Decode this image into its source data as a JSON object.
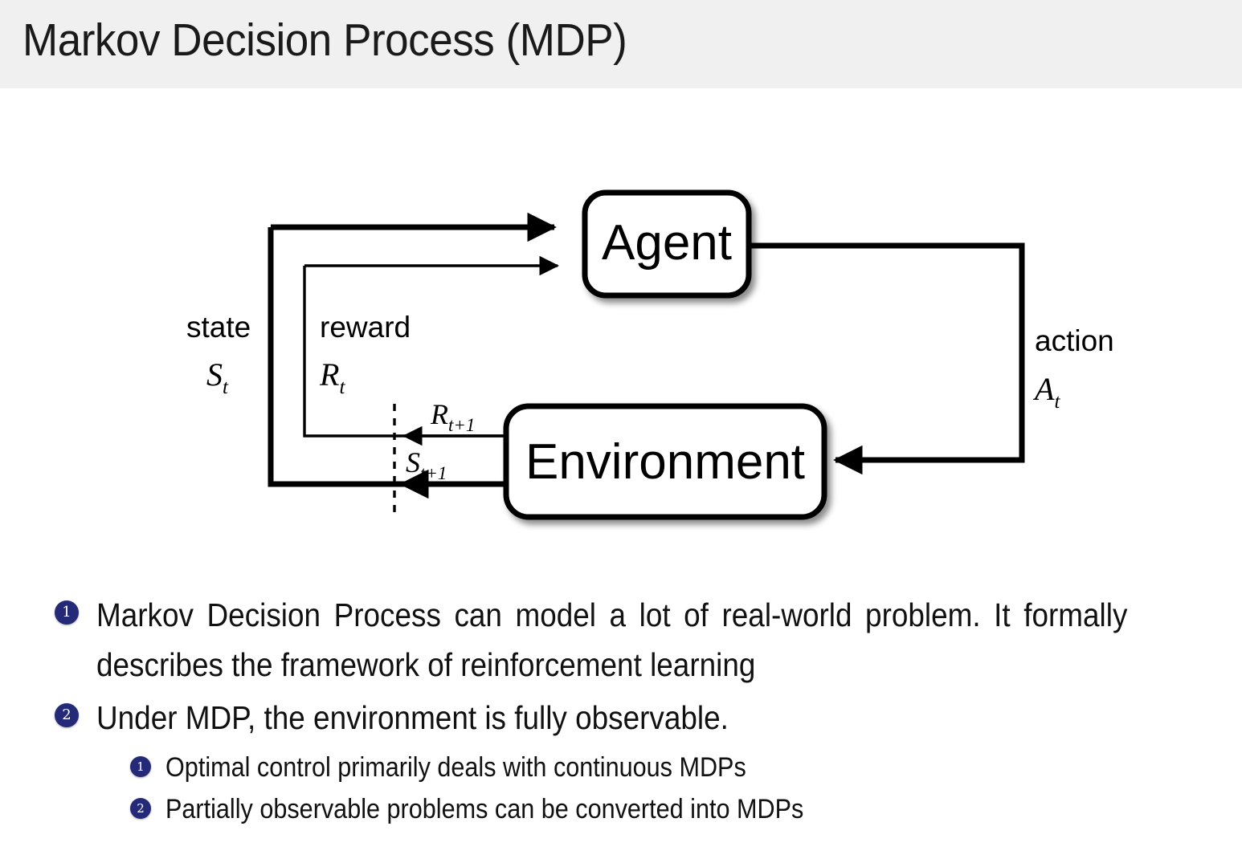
{
  "header": {
    "title": "Markov Decision Process (MDP)",
    "background_color": "#f0f0f0"
  },
  "diagram": {
    "name": "agent-environment-interaction-loop",
    "nodes": [
      {
        "id": "agent",
        "label": "Agent"
      },
      {
        "id": "environment",
        "label": "Environment"
      }
    ],
    "edge_labels": {
      "state_word": "state",
      "state_symbol": "S",
      "state_sub": "t",
      "reward_word": "reward",
      "reward_symbol": "R",
      "reward_sub": "t",
      "action_word": "action",
      "action_symbol": "A",
      "action_sub": "t",
      "reward_next_symbol": "R",
      "reward_next_sub": "t+1",
      "state_next_symbol": "S",
      "state_next_sub": "t+1"
    },
    "line_color": "#000000",
    "box_fill": "#ffffff"
  },
  "bullets": {
    "badge_color": "#242a78",
    "items": [
      {
        "number": "1",
        "level": 1,
        "text": "Markov Decision Process can model a lot of real-world problem. It formally describes the framework of reinforcement learning"
      },
      {
        "number": "2",
        "level": 1,
        "text": "Under MDP, the environment is fully observable."
      },
      {
        "number": "1",
        "level": 2,
        "text": "Optimal control primarily deals with continuous MDPs"
      },
      {
        "number": "2",
        "level": 2,
        "text": "Partially observable problems can be converted into MDPs"
      }
    ]
  }
}
